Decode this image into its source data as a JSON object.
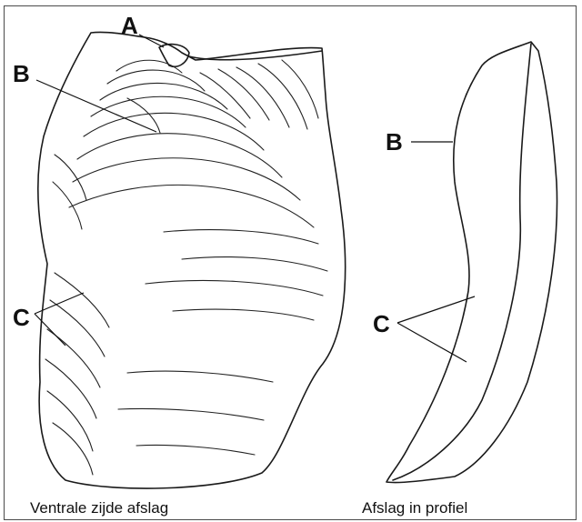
{
  "labels": {
    "a": "A",
    "b_left": "B",
    "c_left": "C",
    "b_right": "B",
    "c_right": "C"
  },
  "captions": {
    "left": "Ventrale zijde afslag",
    "right": "Afslag in profiel"
  }
}
